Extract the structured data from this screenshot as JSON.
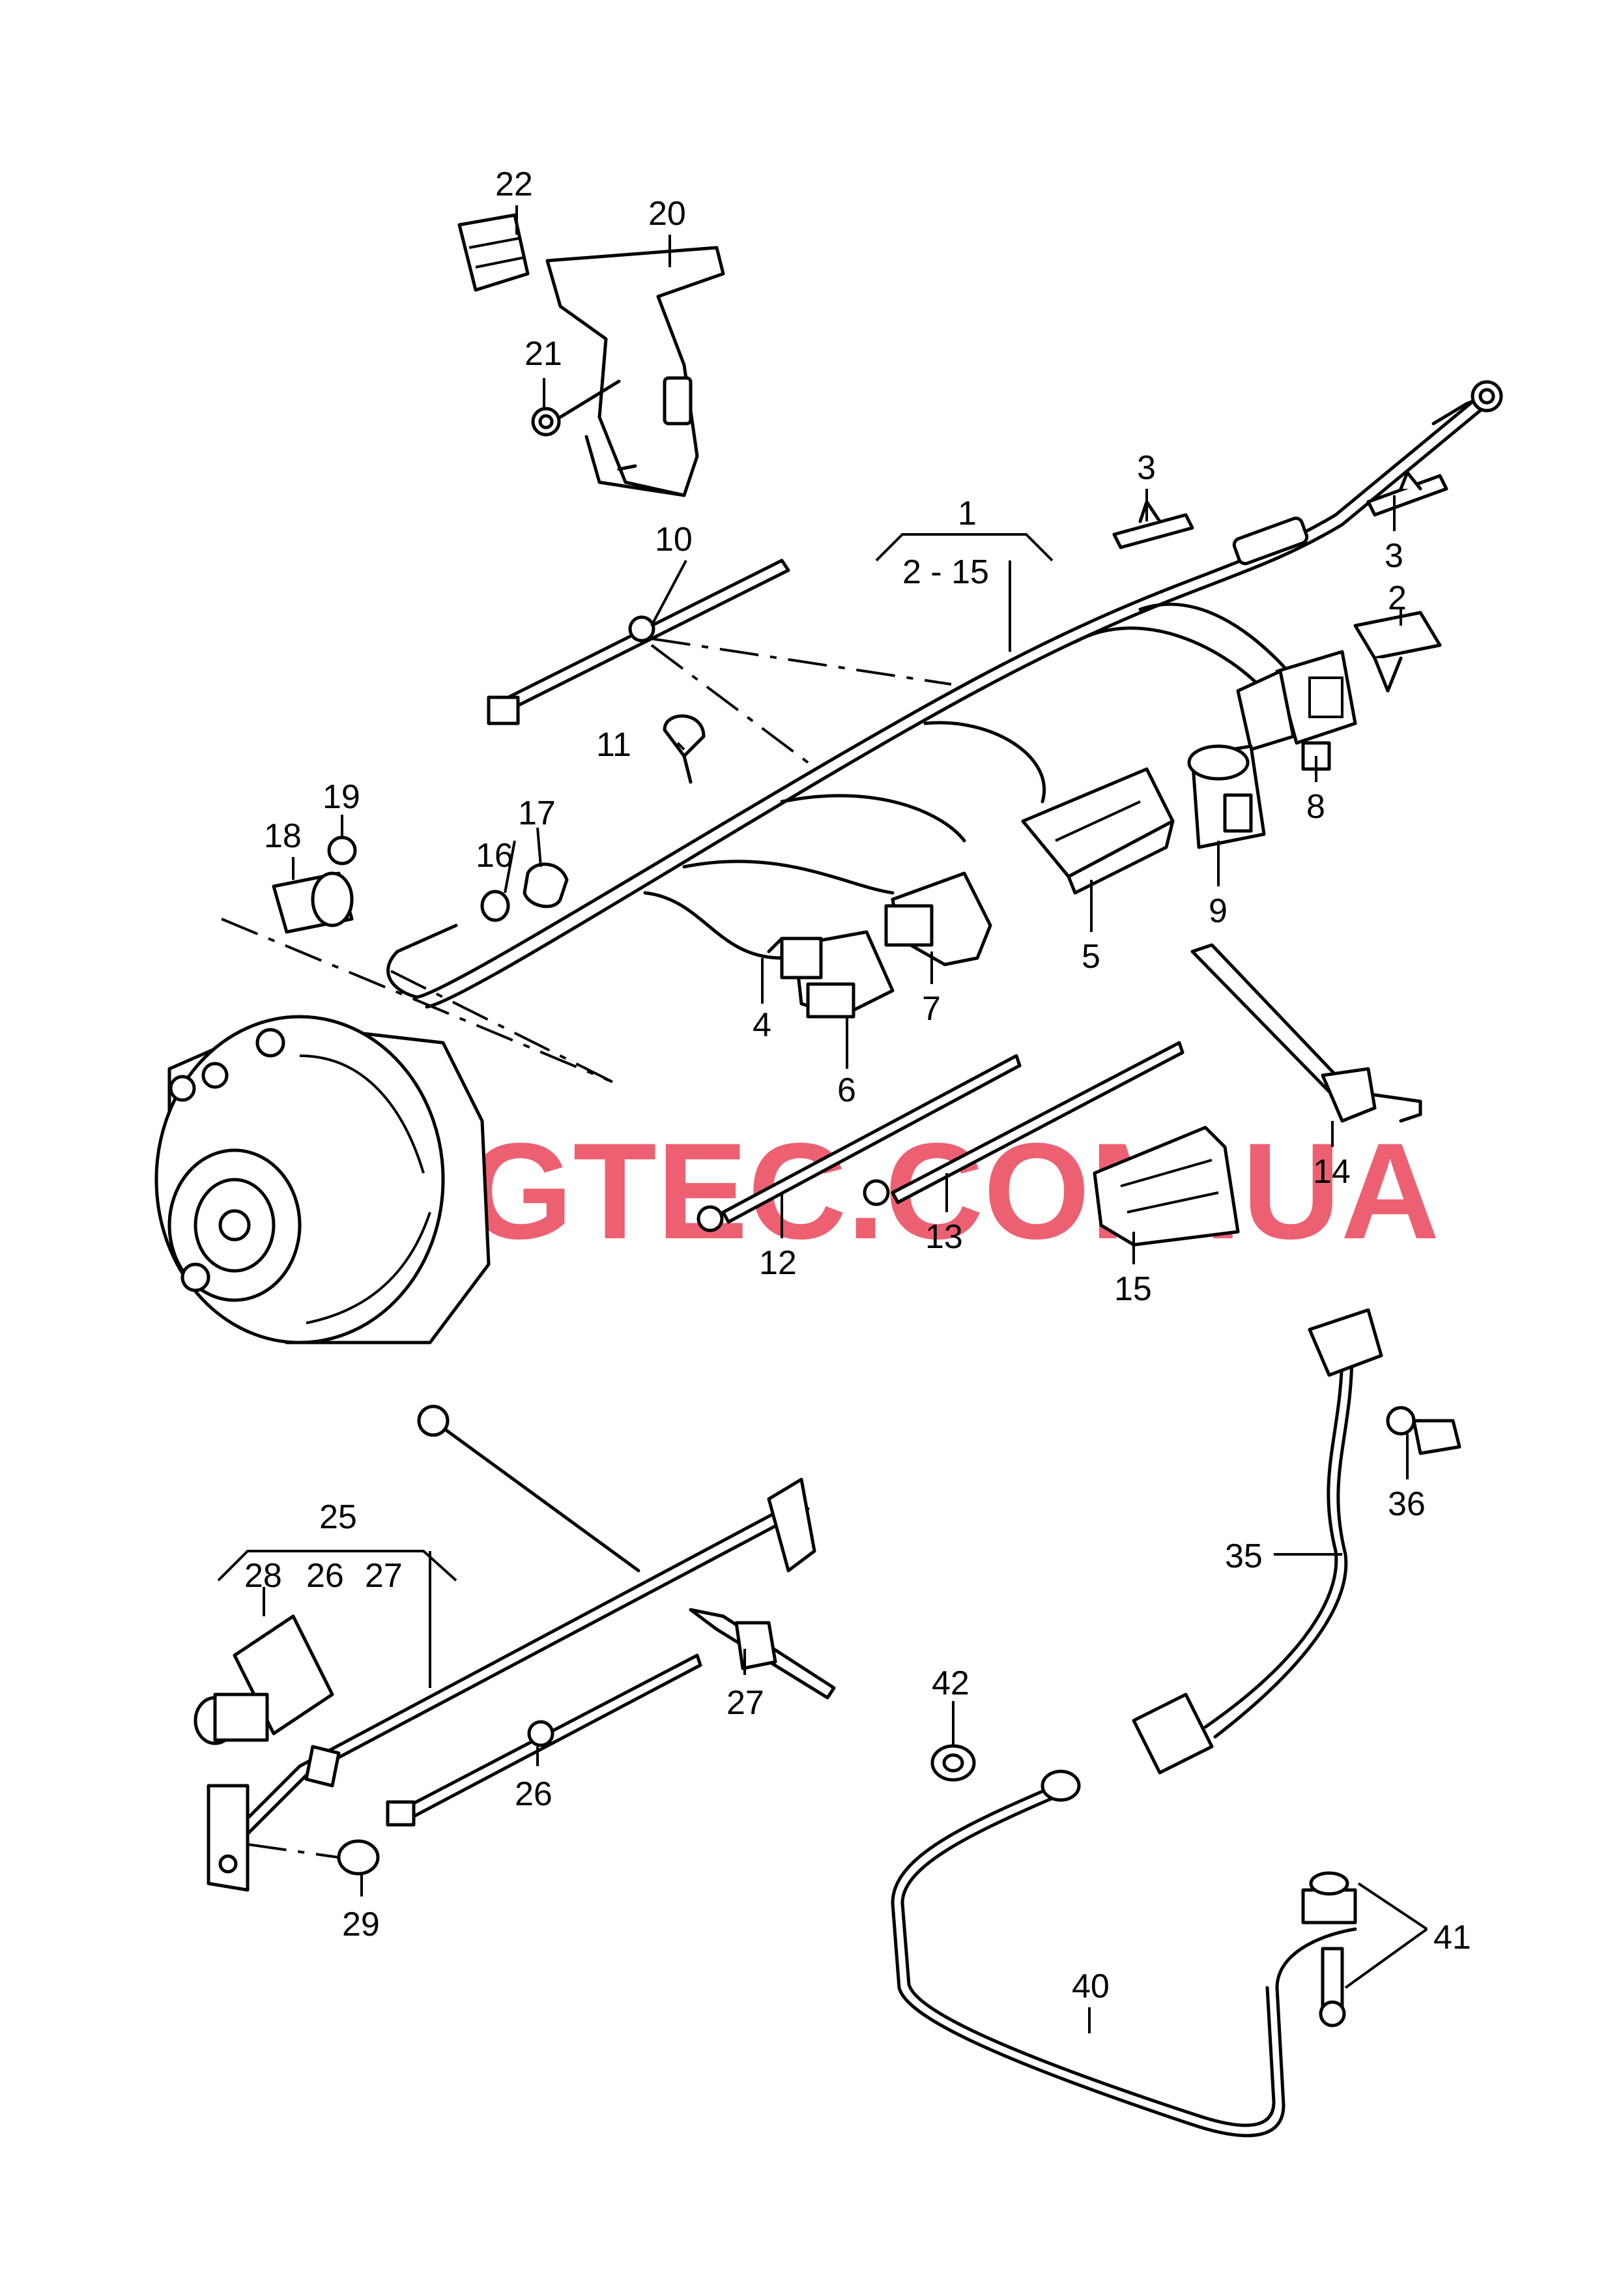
{
  "watermark": "VAGTEC.COM.UA",
  "callouts": {
    "c1": "1",
    "c2_15": "2 - 15",
    "c2": "2",
    "c3a": "3",
    "c3b": "3",
    "c4": "4",
    "c5": "5",
    "c6": "6",
    "c7": "7",
    "c8": "8",
    "c9": "9",
    "c10": "10",
    "c11": "11",
    "c12": "12",
    "c13": "13",
    "c14": "14",
    "c15": "15",
    "c16": "16",
    "c17": "17",
    "c18": "18",
    "c19": "19",
    "c20": "20",
    "c21": "21",
    "c22": "22",
    "c25": "25",
    "c26a": "26",
    "c26b": "26",
    "c27a": "27",
    "c27b": "27",
    "c28": "28",
    "c29": "29",
    "c35": "35",
    "c36": "36",
    "c40": "40",
    "c41": "41",
    "c42": "42"
  }
}
